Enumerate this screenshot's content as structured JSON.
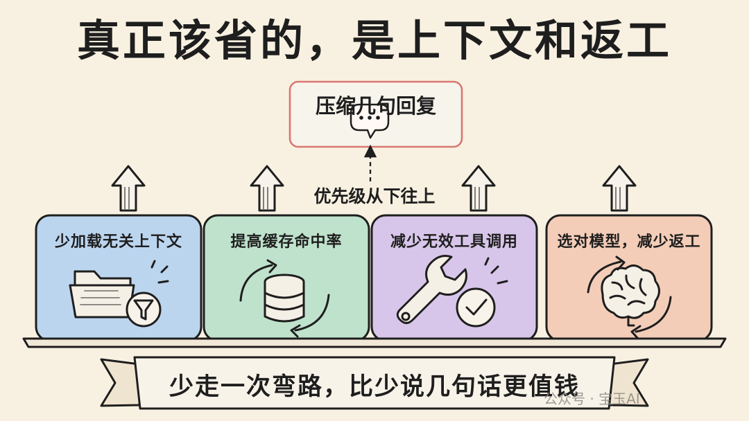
{
  "title": "真正该省的，是上下文和返工",
  "top_goal": {
    "label": "压缩几句回复",
    "icon": "speech-bubble-icon"
  },
  "priority_note": "优先级从下往上",
  "cards": [
    {
      "label": "少加载无关上下文",
      "icon": "folder-filter-icon",
      "color": "#bcd5ef"
    },
    {
      "label": "提高缓存命中率",
      "icon": "database-cycle-icon",
      "color": "#bfe2cc"
    },
    {
      "label": "减少无效工具调用",
      "icon": "wrench-check-icon",
      "color": "#d8c6ea"
    },
    {
      "label": "选对模型，减少返工",
      "icon": "brain-cycle-icon",
      "color": "#f3cdb8"
    }
  ],
  "banner": "少走一次弯路，比少说几句话更值钱",
  "watermark": "公众号 · 宝玉AI",
  "colors": {
    "background": "#f8f1e1",
    "top_box_border": "#d9776f",
    "ink": "#1e1e1e"
  }
}
